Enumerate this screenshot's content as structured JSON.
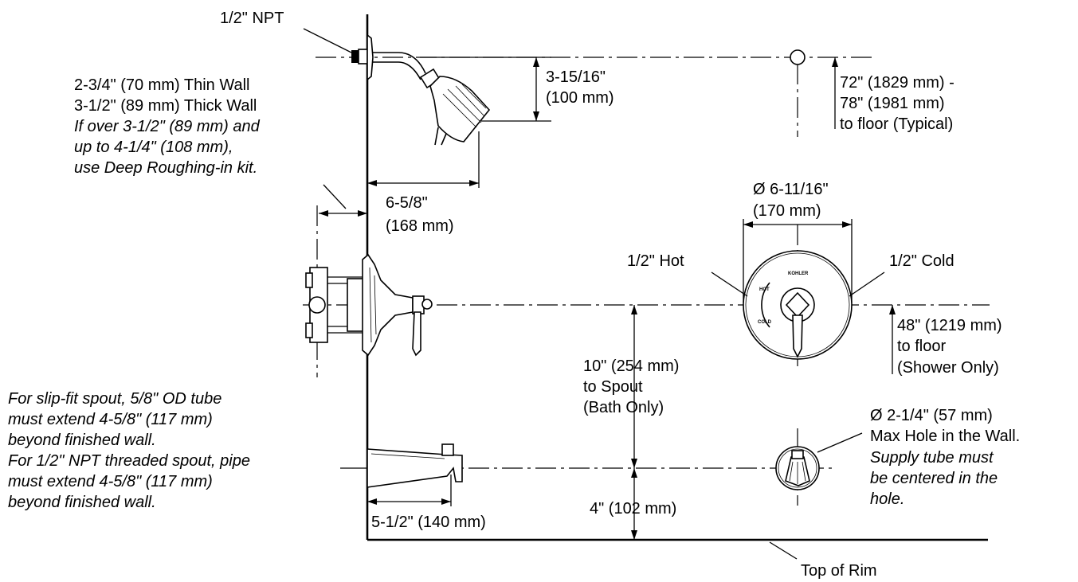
{
  "labels": {
    "npt": "1/2\" NPT",
    "wall_thin": "2-3/4\" (70 mm) Thin Wall",
    "wall_thick": "3-1/2\" (89 mm) Thick Wall",
    "deep_note": [
      "If over 3-1/2\" (89 mm) and",
      "up to 4-1/4\" (108 mm),",
      "use Deep Roughing-in kit."
    ],
    "head_drop": [
      "3-15/16\"",
      "(100 mm)"
    ],
    "head_height": [
      "72\" (1829 mm) -",
      "78\" (1981 mm)",
      "to floor (Typical)"
    ],
    "arm_reach": [
      "6-5/8\"",
      "(168 mm)"
    ],
    "trim_dia": [
      "Ø 6-11/16\"",
      "(170 mm)"
    ],
    "hot": "1/2\" Hot",
    "cold": "1/2\" Cold",
    "valve_height": [
      "48\" (1219 mm)",
      "to floor",
      "(Shower Only)"
    ],
    "spout_rise": [
      "10\" (254 mm)",
      "to Spout",
      "(Bath Only)"
    ],
    "spout_note": [
      "For slip-fit spout, 5/8\" OD tube",
      "must extend 4-5/8\" (117 mm)",
      "beyond finished wall.",
      "For 1/2\" NPT threaded spout, pipe",
      "must extend 4-5/8\" (117 mm)",
      "beyond finished wall."
    ],
    "hole": [
      "Ø 2-1/4\" (57 mm)",
      "Max Hole in the Wall."
    ],
    "hole_note": [
      "Supply tube must",
      "be centered in the",
      "hole."
    ],
    "spout_reach": "5-1/2\" (140 mm)",
    "rim_height": "4\" (102 mm)",
    "rim": "Top of Rim",
    "trim_hot": "HOT",
    "trim_cold": "COLD",
    "trim_brand": "KOHLER"
  }
}
